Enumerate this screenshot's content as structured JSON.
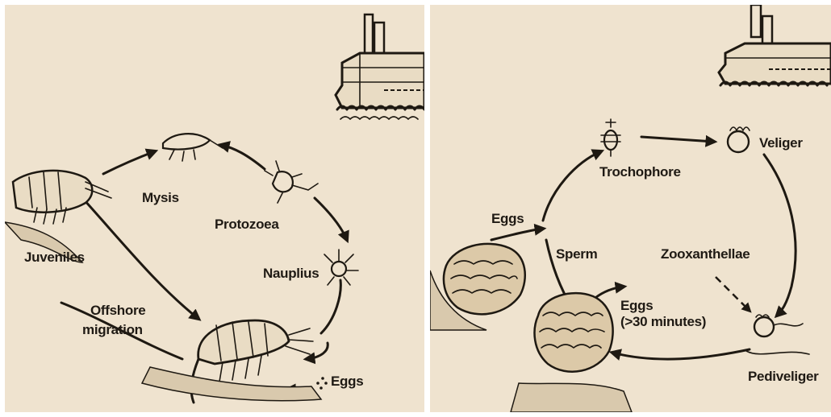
{
  "shrimp_cycle": {
    "labels": {
      "mysis": "Mysis",
      "protozoea": "Protozoea",
      "juveniles": "Juveniles",
      "nauplius": "Nauplius",
      "offshore_migration_line1": "Offshore",
      "offshore_migration_line2": "migration",
      "eggs": "Eggs"
    }
  },
  "clam_cycle": {
    "labels": {
      "trochophore": "Trochophore",
      "veliger": "Veliger",
      "eggs_top": "Eggs",
      "sperm": "Sperm",
      "zooxanthellae": "Zooxanthellae",
      "eggs_bottom_line1": "Eggs",
      "eggs_bottom_line2": "(>30 minutes)",
      "pediveliger": "Pediveliger"
    }
  },
  "colors": {
    "background": "#efe3cf",
    "ink": "#1e1912",
    "ship_hull": "#e9dcc4"
  },
  "icons": [
    "ship-icon",
    "shrimp-icon",
    "larva-icon",
    "giant-clam-icon"
  ]
}
